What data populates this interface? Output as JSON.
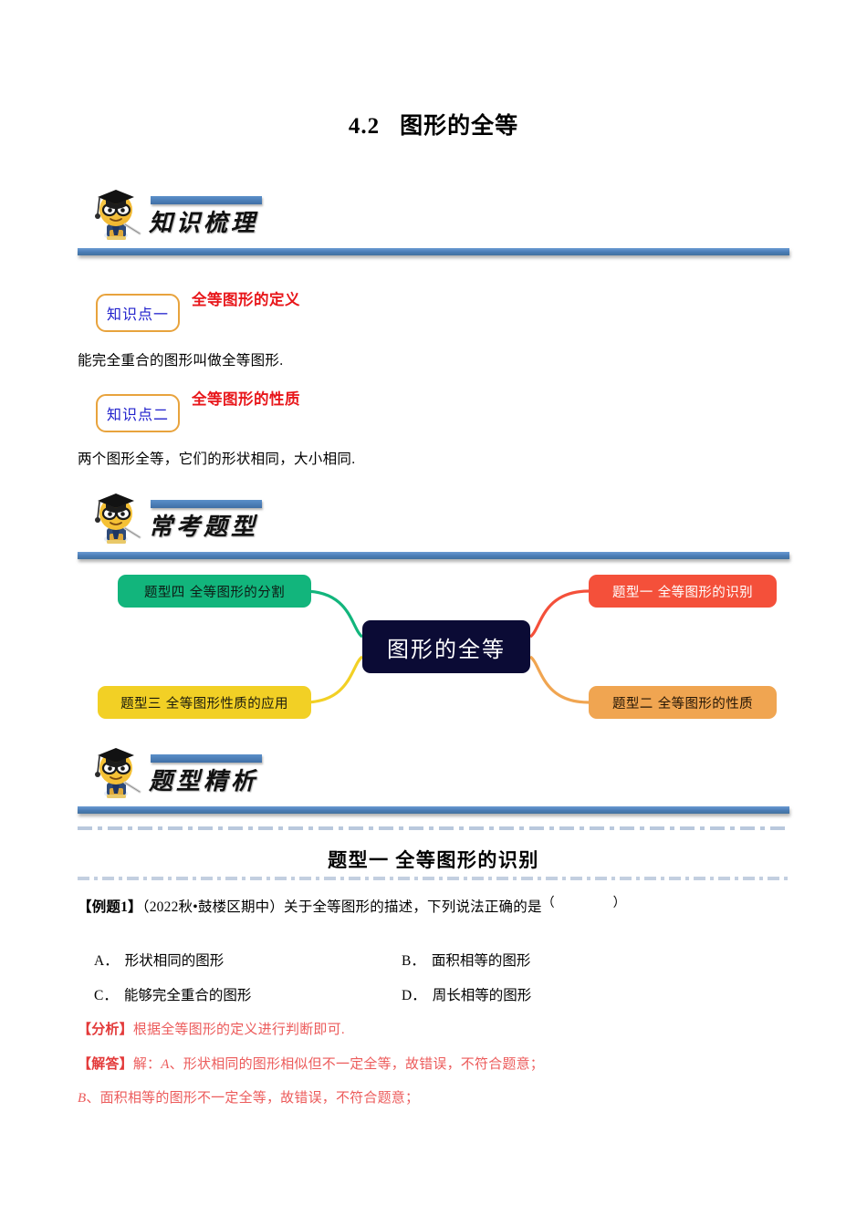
{
  "document": {
    "title_number": "4.2",
    "title_text": "图形的全等"
  },
  "sections": [
    {
      "id": "knowledge-review",
      "label": "知识梳理",
      "icon": "graduate-mascot-icon"
    },
    {
      "id": "common-question-types",
      "label": "常考题型",
      "icon": "graduate-mascot-icon"
    },
    {
      "id": "question-analysis",
      "label": "题型精析",
      "icon": "graduate-mascot-icon"
    }
  ],
  "knowledge_points": [
    {
      "badge": "知识点一",
      "title": "全等图形的定义",
      "body": "能完全重合的图形叫做全等图形."
    },
    {
      "badge": "知识点二",
      "title": "全等图形的性质",
      "body": "两个图形全等，它们的形状相同，大小相同."
    }
  ],
  "mindmap": {
    "center": "图形的全等",
    "center_color": "#0b0b35",
    "nodes": [
      {
        "label": "题型四 全等图形的分割",
        "color": "#12b57c",
        "text_color": "#0d1a14",
        "position": "top-left"
      },
      {
        "label": "题型三 全等图形性质的应用",
        "color": "#f2d025",
        "text_color": "#1a1a0d",
        "position": "bottom-left"
      },
      {
        "label": "题型一 全等图形的识别",
        "color": "#f4503a",
        "text_color": "#ffffff",
        "position": "top-right"
      },
      {
        "label": "题型二 全等图形的性质",
        "color": "#f0a551",
        "text_color": "#241505",
        "position": "bottom-right"
      }
    ]
  },
  "question_block": {
    "heading": "题型一 全等图形的识别",
    "example_label": "【例题1】",
    "example_source": "（2022秋•鼓楼区期中）",
    "example_text": "关于全等图形的描述，下列说法正确的是",
    "answer_paren": "（　　）",
    "options": [
      {
        "label": "A．",
        "text": "形状相同的图形"
      },
      {
        "label": "B．",
        "text": "面积相等的图形"
      },
      {
        "label": "C．",
        "text": "能够完全重合的图形"
      },
      {
        "label": "D．",
        "text": "周长相等的图形"
      }
    ],
    "analysis_label": "【分析】",
    "analysis_text": "根据全等图形的定义进行判断即可.",
    "solution_label": "【解答】",
    "solution_prefix": "解：",
    "solution_lines": [
      {
        "var": "A",
        "text": "、形状相同的图形相似但不一定全等，故错误，不符合题意；"
      },
      {
        "var": "B",
        "text": "、面积相等的图形不一定全等，故错误，不符合题意；"
      }
    ]
  },
  "colors": {
    "band_blue": "#4a7cb5",
    "kp_border_orange": "#e8a33d",
    "kp_badge_blue": "#2020cc",
    "kp_title_red": "#e8161a",
    "solution_red": "#ec5b5b",
    "divider_blue": "#b9c8dd"
  }
}
